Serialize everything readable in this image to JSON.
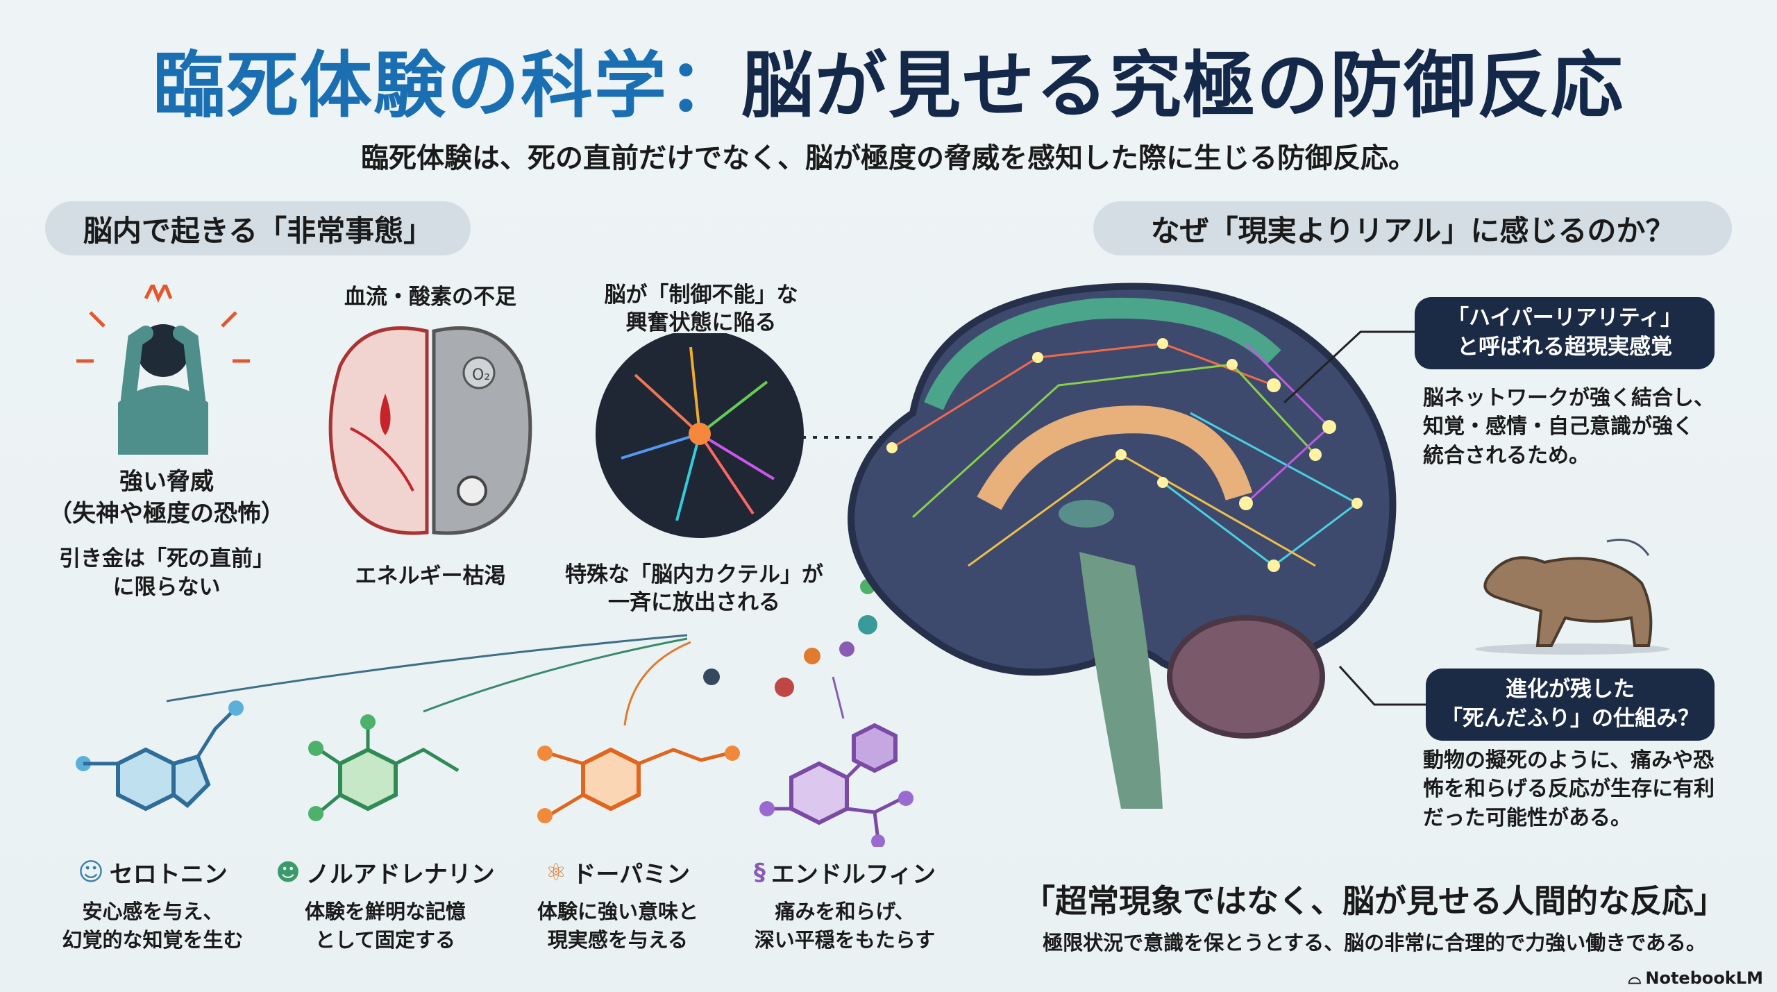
{
  "title": {
    "part1": "臨死体験の科学：",
    "part2": "脳が見せる究極の防御反応"
  },
  "subtitle": "臨死体験は、死の直前だけでなく、脳が極度の脅威を感知した際に生じる防御反応。",
  "left_section": {
    "heading": "脳内で起きる「非常事態」",
    "threat": {
      "title": "強い脅威",
      "subtitle": "（失神や極度の恐怖）",
      "note1": "引き金は「死の直前」",
      "note2": "に限らない"
    },
    "oxygen": {
      "label": "血流・酸素の不足",
      "bottom": "エネルギー枯渇",
      "o2": "O₂"
    },
    "excite": {
      "line1": "脳が「制御不能」な",
      "line2": "興奮状態に陥る"
    },
    "cocktail": {
      "line1": "特殊な「脳内カクテル」が",
      "line2": "一斉に放出される"
    },
    "chemicals": [
      {
        "name": "セロトニン",
        "icon": "smiley-icon",
        "color": "#3d7fa8",
        "desc1": "安心感を与え、",
        "desc2": "幻覚的な知覚を生む"
      },
      {
        "name": "ノルアドレナリン",
        "icon": "head-icon",
        "color": "#3a9a6a",
        "desc1": "体験を鮮明な記憶",
        "desc2": "として固定する"
      },
      {
        "name": "ドーパミン",
        "icon": "atom-icon",
        "color": "#e07a2e",
        "desc1": "体験に強い意味と",
        "desc2": "現実感を与える"
      },
      {
        "name": "エンドルフィン",
        "icon": "dna-icon",
        "color": "#8a5bb5",
        "desc1": "痛みを和らげ、",
        "desc2": "深い平穏をもたらす"
      }
    ]
  },
  "right_section": {
    "heading": "なぜ「現実よりリアル」に感じるのか？",
    "hyper": {
      "line1": "「ハイパーリアリティ」",
      "line2": "と呼ばれる超現実感覚",
      "desc": [
        "脳ネットワークが強く結合し、",
        "知覚・感情・自己意識が強く",
        "統合されるため。"
      ]
    },
    "evolution": {
      "line1": "進化が残した",
      "line2": "「死んだふり」の仕組み？",
      "desc": [
        "動物の擬死のように、痛みや恐",
        "怖を和らげる反応が生存に有利",
        "だった可能性がある。"
      ]
    }
  },
  "conclusion": {
    "main": "「超常現象ではなく、脳が見せる人間的な反応」",
    "sub": "極限状況で意識を保とうとする、脳の非常に合理的で力強い働きである。"
  },
  "brand": "NotebookLM"
}
